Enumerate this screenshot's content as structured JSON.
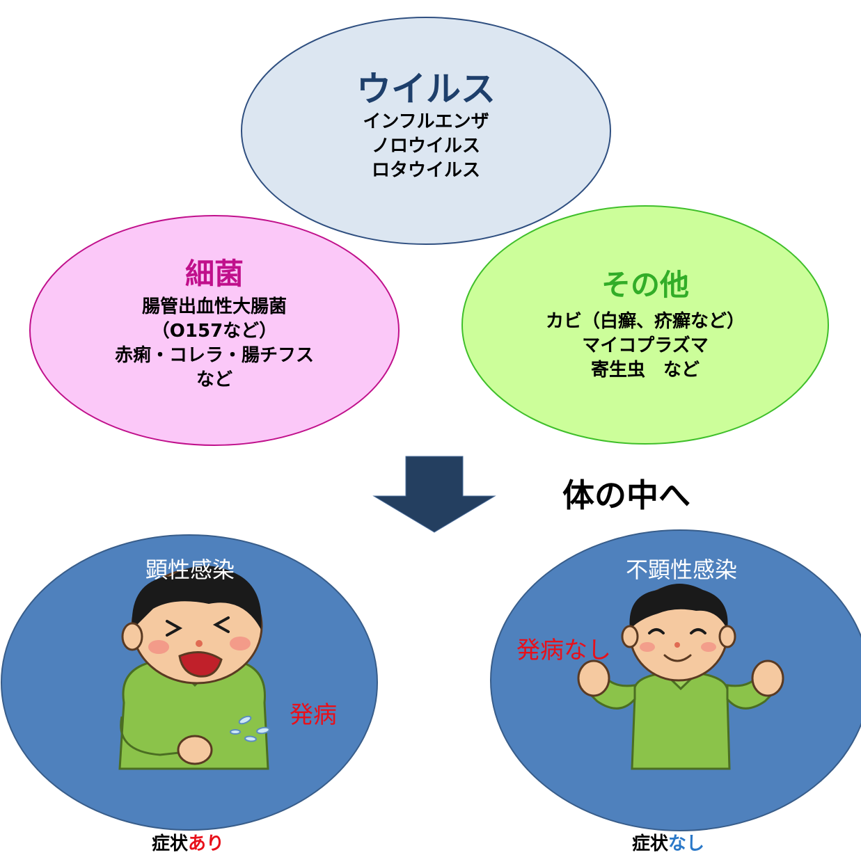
{
  "virus": {
    "title": "ウイルス",
    "examples": [
      "インフルエンザ",
      "ノロウイルス",
      "ロタウイルス"
    ]
  },
  "bacteria": {
    "title": "細菌",
    "examples": [
      "腸管出血性大腸菌",
      "（O157など）",
      "赤痢・コレラ・腸チフス",
      "など"
    ]
  },
  "other": {
    "title": "その他",
    "examples": [
      "カビ（白癬、疥癬など）",
      "マイコプラズマ",
      "寄生虫　など"
    ]
  },
  "into_body": "体の中へ",
  "apparent": {
    "label": "顕性感染",
    "onset": "発病",
    "symptom_prefix": "症状",
    "symptom_suffix": "あり"
  },
  "inapparent": {
    "label": "不顕性感染",
    "onset": "発病なし",
    "symptom_prefix": "症状",
    "symptom_suffix": "なし"
  },
  "colors": {
    "virus_fill": "#dce6f1",
    "virus_title": "#1e3f6b",
    "bacteria_fill": "#fbc8f8",
    "bacteria_stroke": "#c0108b",
    "other_fill": "#ccfe9a",
    "other_stroke": "#3fbf2a",
    "infection_fill": "#4f81bd",
    "arrow": "#243f60",
    "red": "#e8101a",
    "blue": "#2a78c8"
  }
}
